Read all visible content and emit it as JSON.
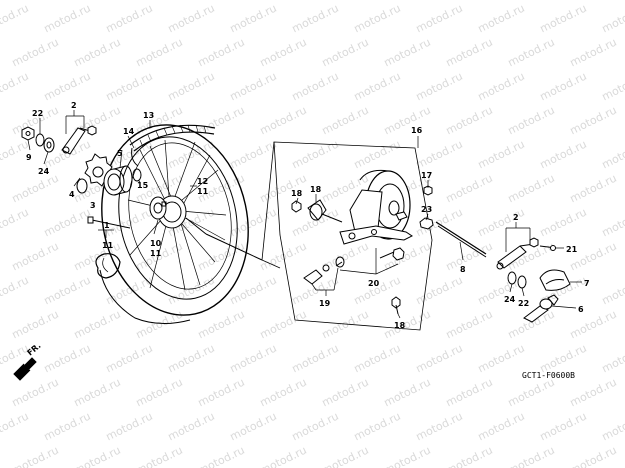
{
  "watermark": {
    "text": "motod.ru"
  },
  "diagram_code": "GCT1-F0600B",
  "front_direction": "FR.",
  "callouts": [
    {
      "id": "c2a",
      "text": "2"
    },
    {
      "id": "c22a",
      "text": "22"
    },
    {
      "id": "c9",
      "text": "9"
    },
    {
      "id": "c24a",
      "text": "24"
    },
    {
      "id": "c4",
      "text": "4"
    },
    {
      "id": "c3",
      "text": "3"
    },
    {
      "id": "c5",
      "text": "5"
    },
    {
      "id": "c14",
      "text": "14"
    },
    {
      "id": "c13",
      "text": "13"
    },
    {
      "id": "c15",
      "text": "15"
    },
    {
      "id": "c12",
      "text": "12"
    },
    {
      "id": "c11a",
      "text": "11"
    },
    {
      "id": "c1",
      "text": "1"
    },
    {
      "id": "c11b",
      "text": "11"
    },
    {
      "id": "c10",
      "text": "10"
    },
    {
      "id": "c11c",
      "text": "11"
    },
    {
      "id": "c16",
      "text": "16"
    },
    {
      "id": "c17",
      "text": "17"
    },
    {
      "id": "c18a",
      "text": "18"
    },
    {
      "id": "c18b",
      "text": "18"
    },
    {
      "id": "c23",
      "text": "23"
    },
    {
      "id": "c20",
      "text": "20"
    },
    {
      "id": "c19",
      "text": "19"
    },
    {
      "id": "c18c",
      "text": "18"
    },
    {
      "id": "c8",
      "text": "8"
    },
    {
      "id": "c2b",
      "text": "2"
    },
    {
      "id": "c21",
      "text": "21"
    },
    {
      "id": "c7",
      "text": "7"
    },
    {
      "id": "c24b",
      "text": "24"
    },
    {
      "id": "c22b",
      "text": "22"
    },
    {
      "id": "c6",
      "text": "6"
    }
  ]
}
